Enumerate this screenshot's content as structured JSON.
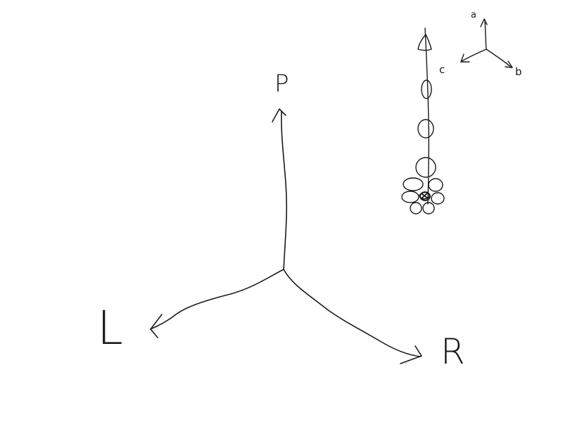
{
  "diagram": {
    "ink_color": "#1a1a1a",
    "background_color": "#ffffff",
    "main_axes": {
      "up_label": "P",
      "left_label": "L",
      "right_label": "R"
    },
    "small_axes": {
      "up_label": "a",
      "left_label": "c",
      "right_label": "b"
    }
  }
}
